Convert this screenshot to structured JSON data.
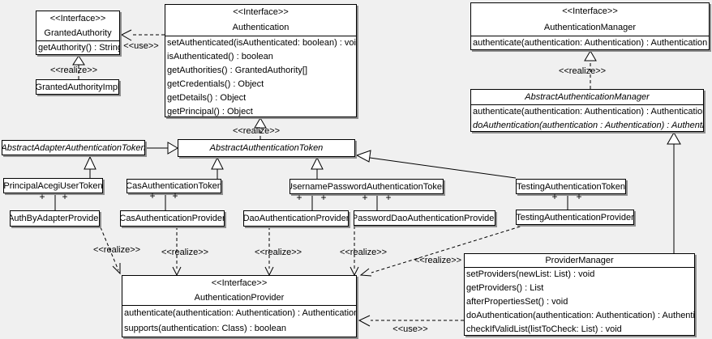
{
  "diagram": {
    "background_color": "#f0f0f0",
    "box_fill_color": "#ffffff",
    "line_color": "#000000",
    "shadow_color": "#8f8f8f"
  },
  "labels": {
    "realize": "<<realize>>",
    "use": "<<use>>",
    "plus": "+",
    "interface_stereotype": "<<Interface>>"
  },
  "classes": {
    "grantedAuthority": {
      "stereotype": "<<Interface>>",
      "name": "GrantedAuthority",
      "methods": [
        "getAuthority() : String"
      ]
    },
    "grantedAuthorityImpl": {
      "name": "GrantedAuthorityImpl"
    },
    "authentication": {
      "stereotype": "<<Interface>>",
      "name": "Authentication",
      "methods": [
        "setAuthenticated(isAuthenticated: boolean) : void",
        "isAuthenticated() : boolean",
        "getAuthorities() : GrantedAuthority[]",
        "getCredentials() : Object",
        "getDetails() : Object",
        "getPrincipal() : Object"
      ]
    },
    "authenticationManager": {
      "stereotype": "<<Interface>>",
      "name": "AuthenticationManager",
      "methods": [
        "authenticate(authentication: Authentication) : Authentication"
      ]
    },
    "abstractAuthenticationManager": {
      "name": "AbstractAuthenticationManager",
      "methods": [
        "authenticate(authentication: Authentication) : Authentication",
        "doAuthentication(authentication : Authentication) : Authentication"
      ]
    },
    "abstractAdapterAuthenticationToken": {
      "name": "AbstractAdapterAuthenticationToken"
    },
    "abstractAuthenticationToken": {
      "name": "AbstractAuthenticationToken"
    },
    "principalAcegiUserToken": {
      "name": "PrincipalAcegiUserToken"
    },
    "casAuthenticationToken": {
      "name": "CasAuthenticationToken"
    },
    "usernamePasswordAuthenticationToken": {
      "name": "UsernamePasswordAuthenticationToken"
    },
    "testingAuthenticationToken": {
      "name": "TestingAuthenticationToken"
    },
    "authByAdapterProvider": {
      "name": "AuthByAdapterProvider"
    },
    "casAuthenticationProvider": {
      "name": "CasAuthenticationProvider"
    },
    "daoAuthenticationProvider": {
      "name": "DaoAuthenticationProvider"
    },
    "passwordDaoAuthenticationProvider": {
      "name": "PasswordDaoAuthenticationProvider"
    },
    "testingAuthenticationProvider": {
      "name": "TestingAuthenticationProvider"
    },
    "authenticationProvider": {
      "stereotype": "<<Interface>>",
      "name": "AuthenticationProvider",
      "methods": [
        "authenticate(authentication: Authentication) : Authentication",
        "supports(authentication: Class) : boolean"
      ]
    },
    "providerManager": {
      "name": "ProviderManager",
      "methods": [
        "setProviders(newList: List) : void",
        "getProviders() : List",
        "afterPropertiesSet() : void",
        "doAuthentication(authentication: Authentication) : Authentication",
        "checkIfValidList(listToCheck: List) : void"
      ]
    }
  }
}
